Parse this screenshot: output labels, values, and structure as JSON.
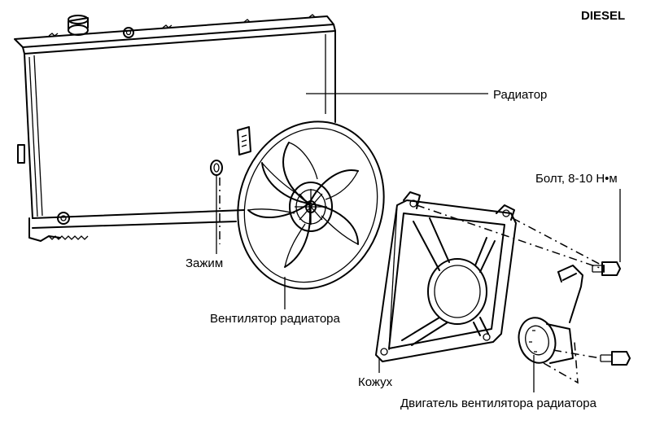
{
  "variant_label": "DIESEL",
  "labels": {
    "radiator": "Радиатор",
    "bolt": "Болт, 8-10 Н•м",
    "clamp": "Зажим",
    "fan": "Вентилятор радиатора",
    "shroud": "Кожух",
    "motor": "Двигатель вентилятора радиатора"
  }
}
